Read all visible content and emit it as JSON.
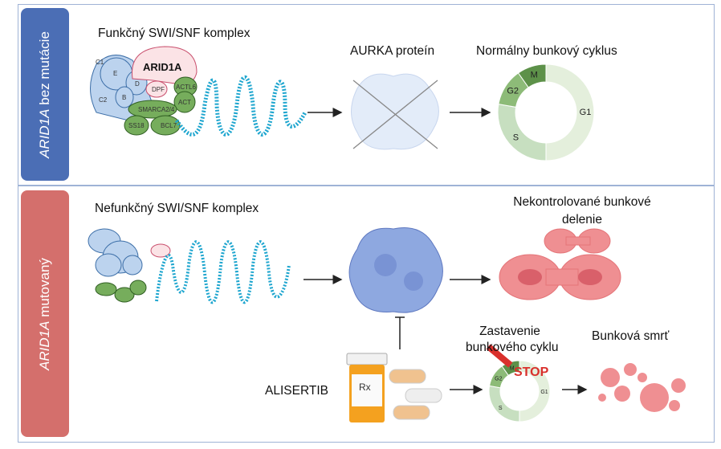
{
  "top_panel": {
    "side_label_italic": "ARID1A",
    "side_label_rest": " bez mutácie",
    "complex_title": "Funkčný SWI/SNF komplex",
    "subunits": [
      "C1",
      "E",
      "D",
      "C2",
      "B",
      "ARID1A",
      "DPF",
      "ACTL6",
      "ACT",
      "SMARCA2/4",
      "SS18",
      "BCL7"
    ],
    "protein_title": "AURKA proteín",
    "cycle_title": "Normálny bunkový cyklus",
    "cycle_phases": [
      "G1",
      "S",
      "G2",
      "M"
    ]
  },
  "bottom_panel": {
    "side_label_italic": "ARID1A",
    "side_label_rest": " mutovaný",
    "complex_title": "Nefunkčný SWI/SNF komplex",
    "division_title_line1": "Nekontrolované bunkové",
    "division_title_line2": "delenie",
    "arrest_title_line1": "Zastavenie",
    "arrest_title_line2": "bunkového cyklu",
    "stop_sign": "STOP",
    "death_title": "Bunková smrť",
    "drug_label": "ALISERTIB",
    "rx_label": "Rx",
    "cycle_phases": [
      "G1",
      "S",
      "G2",
      "M"
    ]
  },
  "colors": {
    "top_tab": "#4b6eb5",
    "bottom_tab": "#d46f6c",
    "complex_blue": "#bcd3ee",
    "complex_green": "#76ad5c",
    "arid1a_pink": "#fbe3e6",
    "dna": "#1fa6cf",
    "protein": "#8ea8e0",
    "cell": "#ef8f92",
    "stop": "#d9302c"
  }
}
